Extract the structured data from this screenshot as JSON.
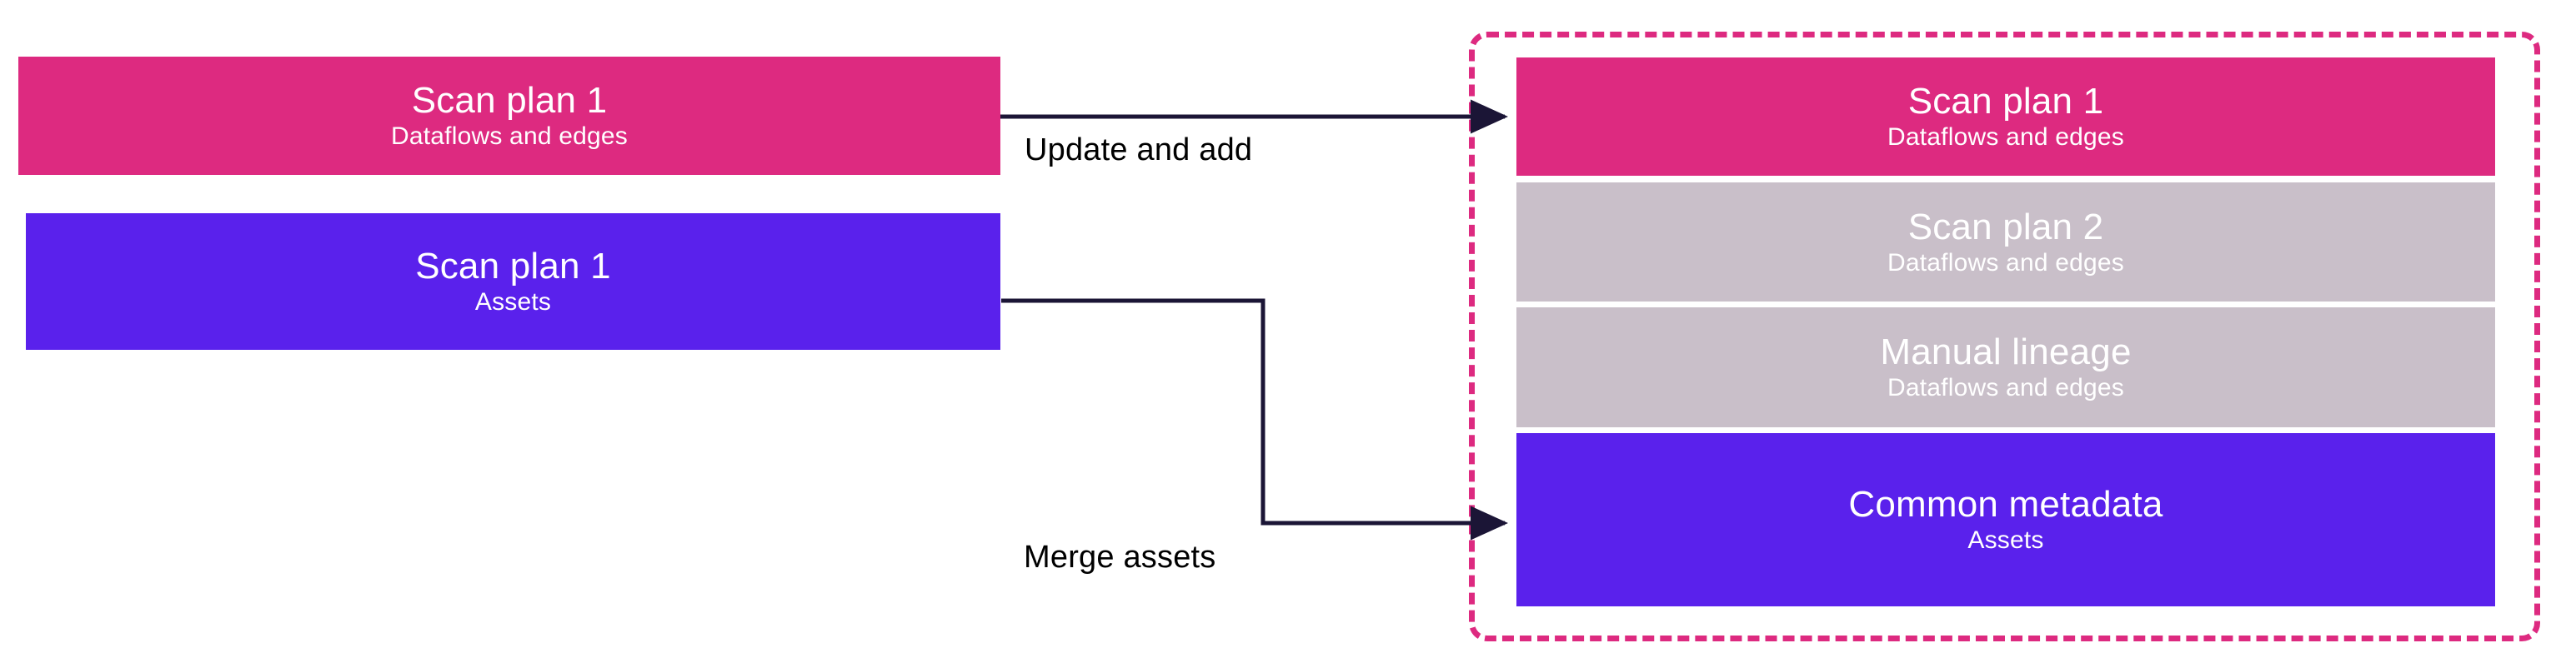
{
  "palette": {
    "pink": "#DD2A80",
    "blue": "#5A21EC",
    "gray": "#C9BFC9",
    "connector": "#1B1536",
    "background": "#FFFFFF",
    "text_on_fill": "#FFFFFF",
    "label_text": "#000000"
  },
  "source": {
    "cards": [
      {
        "title": "Scan plan 1",
        "subtitle": "Dataflows and edges",
        "fill": "#DD2A80"
      },
      {
        "title": "Scan plan 1",
        "subtitle": "Assets",
        "fill": "#5A21EC"
      }
    ]
  },
  "edges": [
    {
      "label": "Update and add",
      "from": "Scan plan 1 (Dataflows and edges)",
      "to": "Scan plan 1 (Dataflows and edges)"
    },
    {
      "label": "Merge assets",
      "from": "Scan plan 1 (Assets)",
      "to": "Common metadata (Assets)"
    }
  ],
  "merged": {
    "cards": [
      {
        "title": "Scan plan 1",
        "subtitle": "Dataflows and edges",
        "fill": "#DD2A80"
      },
      {
        "title": "Scan plan 2",
        "subtitle": "Dataflows and edges",
        "fill": "#C9BFC9"
      },
      {
        "title": "Manual lineage",
        "subtitle": "Dataflows and edges",
        "fill": "#C9BFC9"
      },
      {
        "title": "Common metadata",
        "subtitle": "Assets",
        "fill": "#5A21EC"
      }
    ]
  }
}
